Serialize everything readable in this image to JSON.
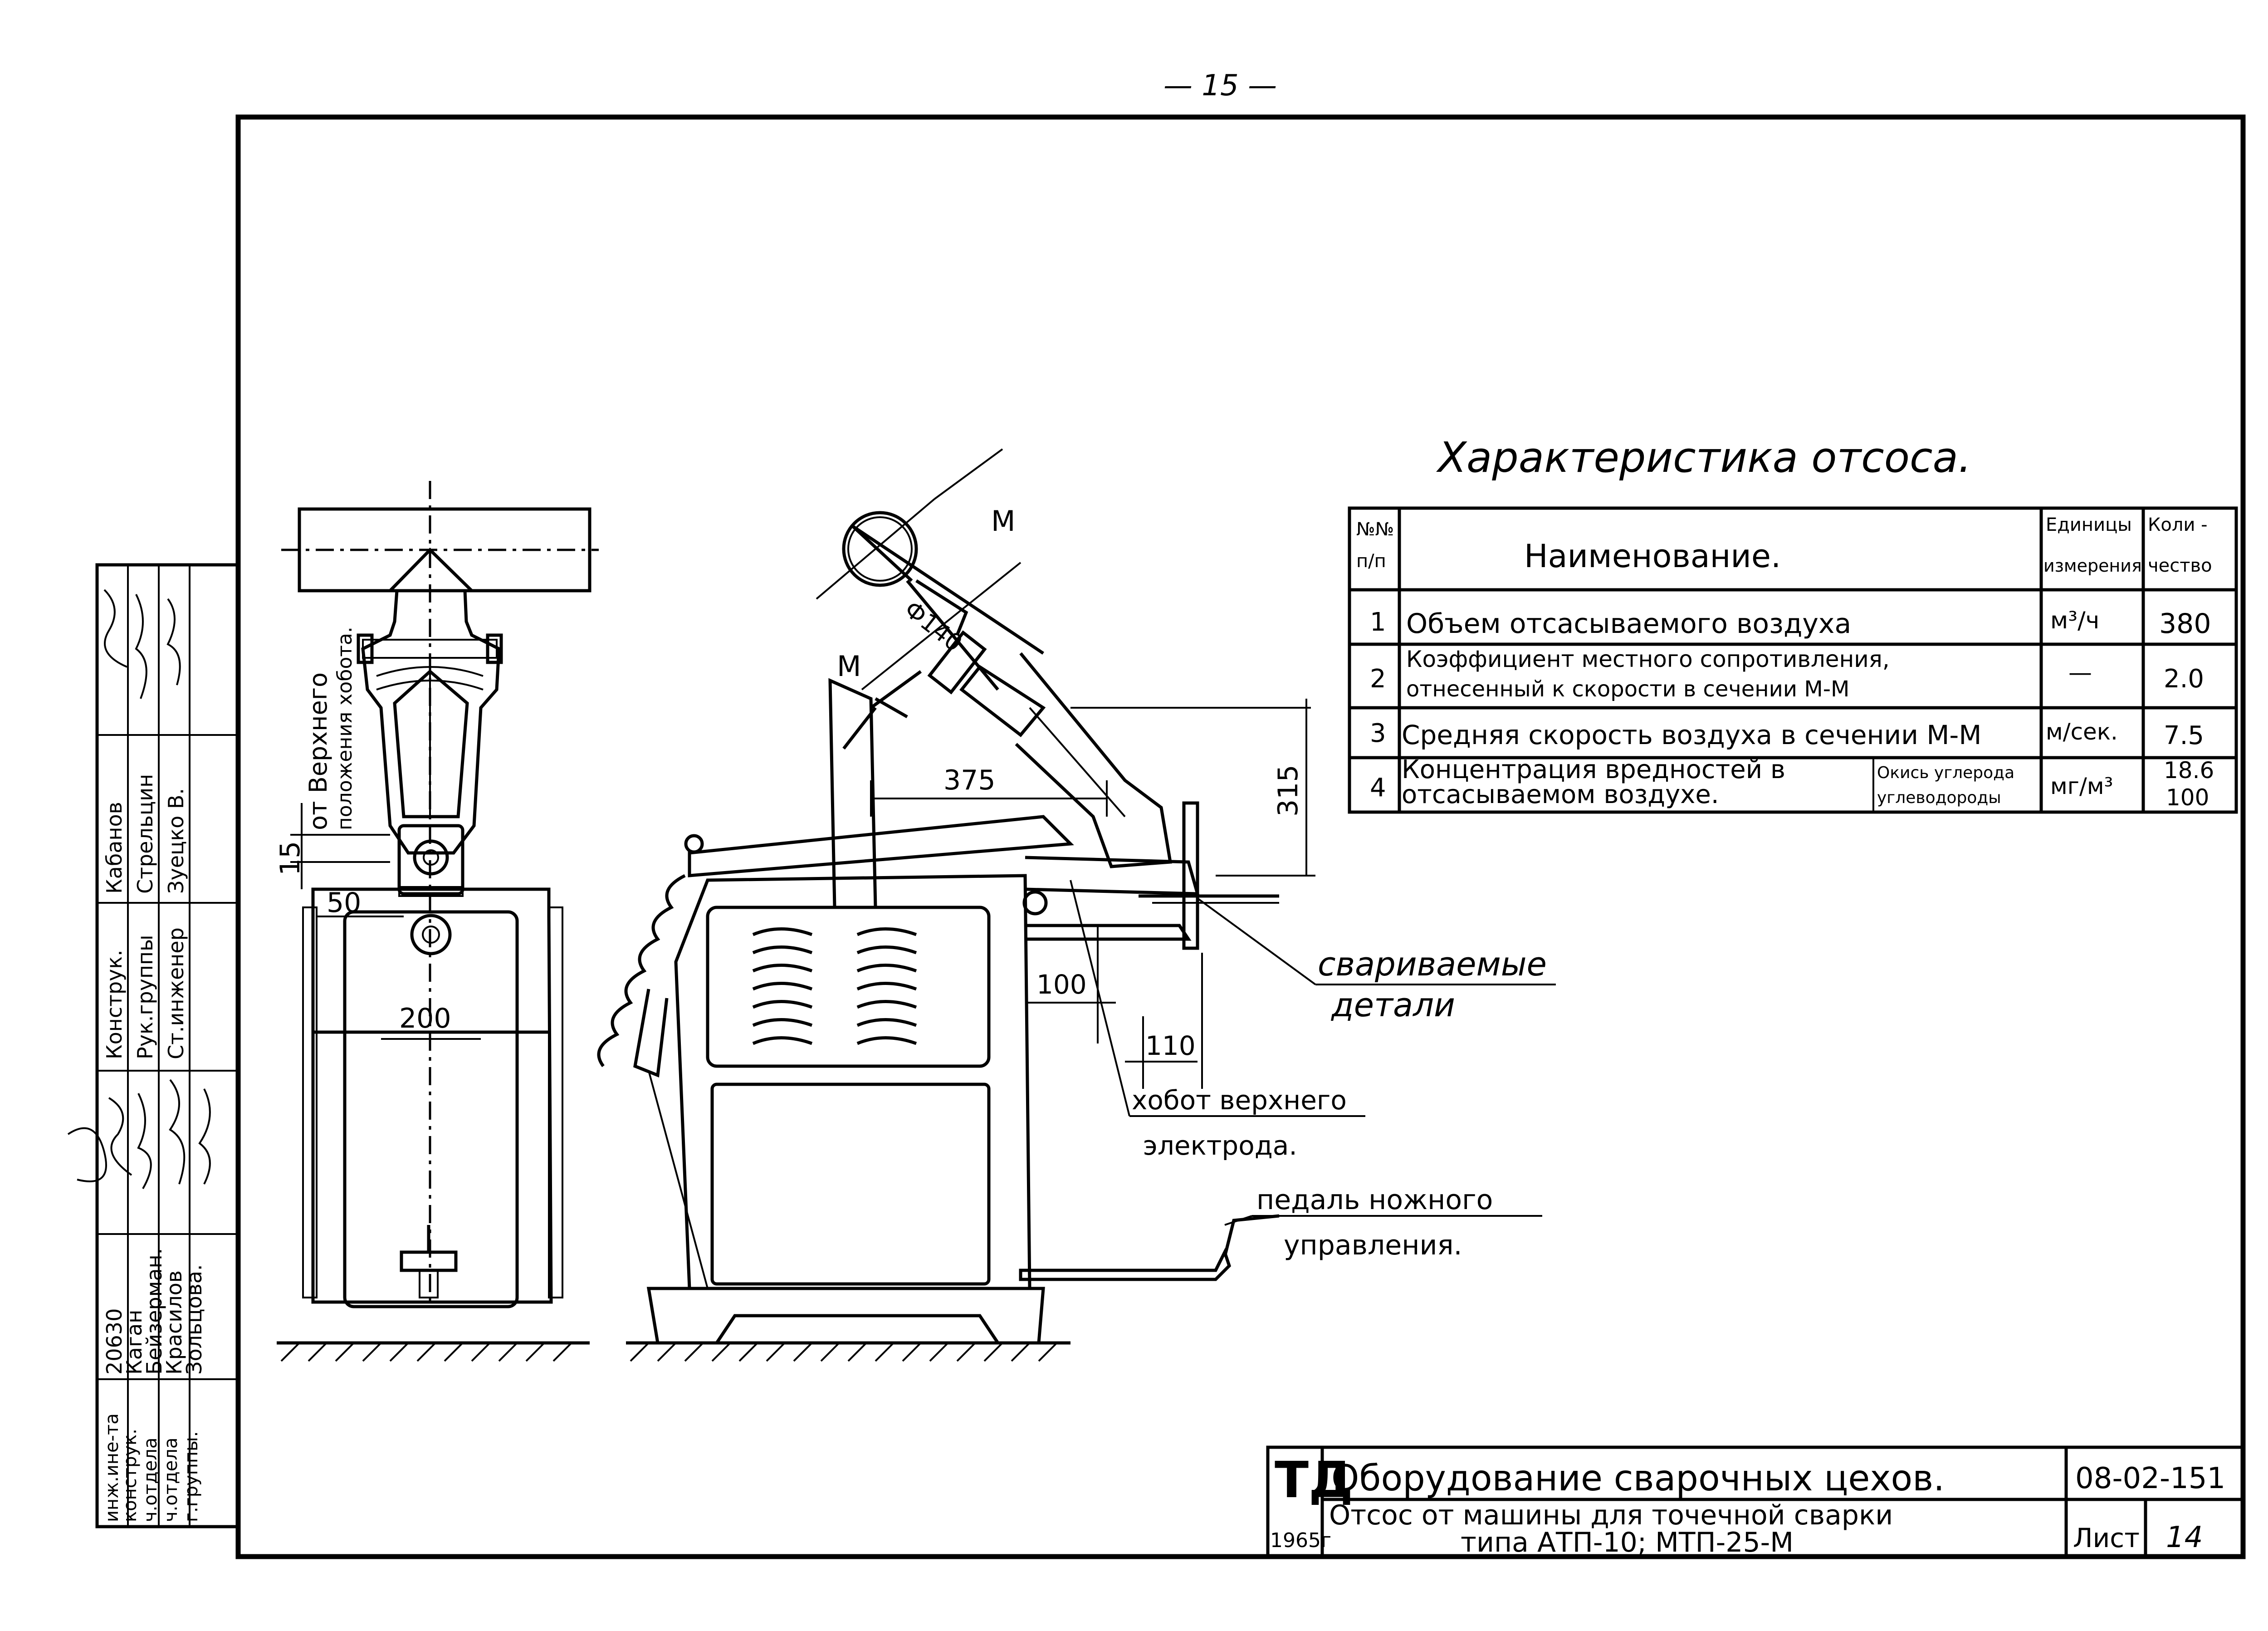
{
  "page_number": "— 15 —",
  "table": {
    "title": "Характеристика отсоса.",
    "headers": {
      "num": [
        "№№",
        "п/п"
      ],
      "name": "Наименование.",
      "units": [
        "Единицы",
        "измерения"
      ],
      "qty": [
        "Коли -",
        "чество"
      ]
    },
    "rows": [
      {
        "num": "1",
        "name": [
          "Объем отсасываемого воздуха"
        ],
        "unit": "м³/ч",
        "qty": [
          "380"
        ]
      },
      {
        "num": "2",
        "name": [
          "Коэффициент местного сопротивления,",
          "отнесенный к скорости в сечении М-М"
        ],
        "unit": "—",
        "qty": [
          "2.0"
        ]
      },
      {
        "num": "3",
        "name": [
          "Средняя скорость воздуха в сечении М-М"
        ],
        "unit": "м/сек.",
        "qty": [
          "7.5"
        ]
      },
      {
        "num": "4",
        "name": [
          "Концентрация вредностей в",
          "отсасываемом воздухе."
        ],
        "sub": [
          "Окись углерода",
          "углеводороды"
        ],
        "unit": "мг/м³",
        "qty": [
          "18.6",
          "100"
        ]
      }
    ]
  },
  "drawing": {
    "labels": {
      "vertical_note_1": "от Верхнего",
      "vertical_note_2": "положения хобота.",
      "section_mark_top": "М",
      "section_mark_left": "М",
      "pipe_diameter": "Ф140",
      "welded_parts_1": "свариваемые",
      "welded_parts_2": "детали",
      "upper_arm_1": "хобот верхнего",
      "upper_arm_2": "электрода.",
      "pedal_1": "педаль ножного",
      "pedal_2": "управления."
    },
    "dimensions": {
      "d15": "15",
      "d50": "50",
      "d200": "200",
      "d375": "375",
      "d315": "315",
      "d100": "100",
      "d110": "110"
    }
  },
  "stamp": {
    "title": "Оборудование сварочных цехов.",
    "subtitle_1": "Отсос от машины для точечной сварки",
    "subtitle_2": "типа АТП-10; МТП-25-М",
    "code": "08-02-151",
    "sheet_label": "Лист",
    "sheet_number": "14",
    "logo": "ТД",
    "year": "1965г"
  },
  "side_block": {
    "roles": [
      "Конструк.",
      "Рук.группы",
      "Ст.инженер"
    ],
    "names": [
      "Кабанов",
      "Стрельцин",
      "Зуецко В."
    ],
    "roles2": [
      "инж.ине-та",
      "конструк.",
      "ч.отдела",
      "ч.отдела",
      "г.группы."
    ],
    "names2": [
      "20630",
      "Каган",
      "Бейзерман.",
      "Красилов",
      "Зольцова."
    ]
  }
}
